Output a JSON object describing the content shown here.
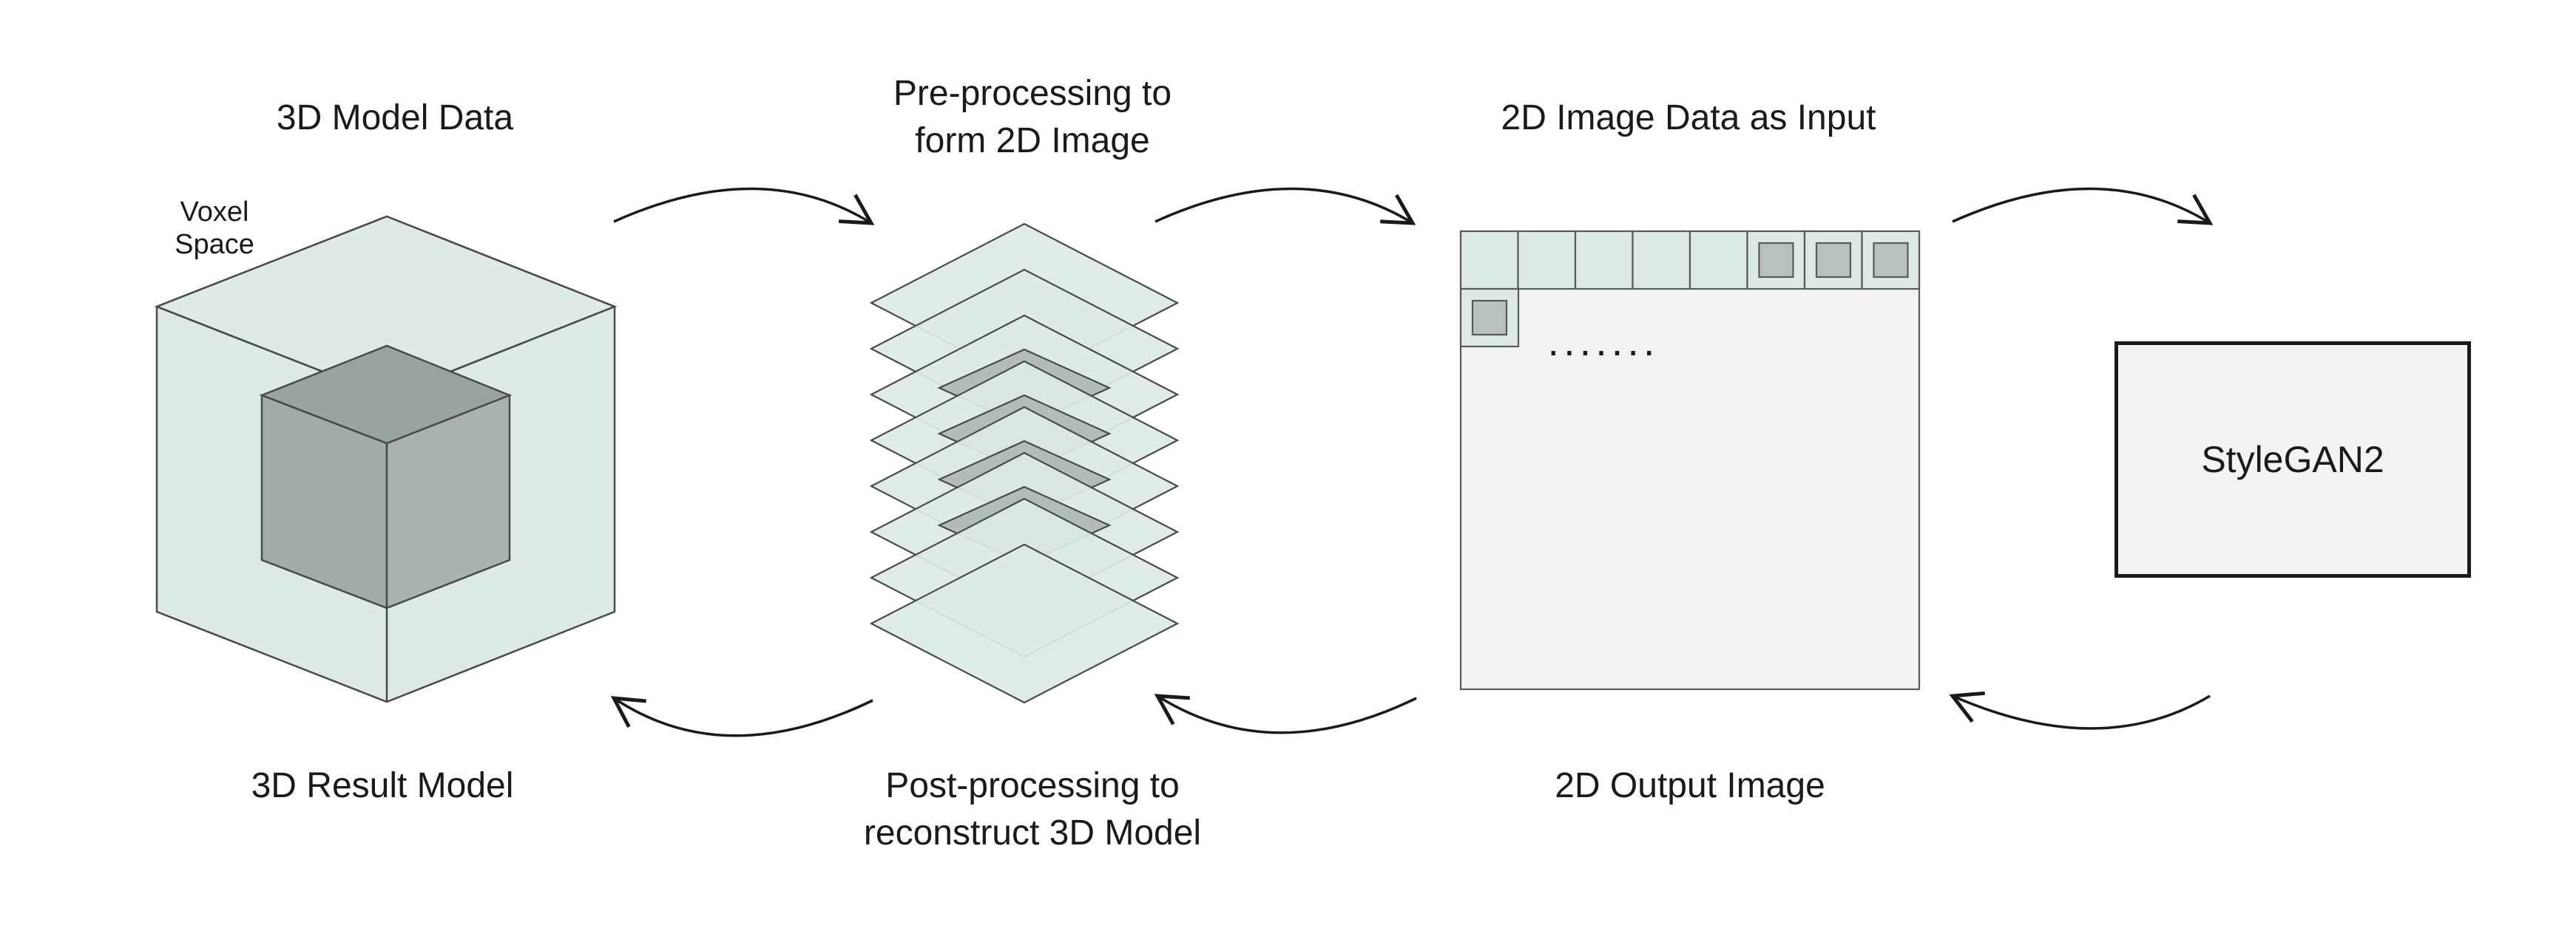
{
  "stages": {
    "model_data": "3D Model Data",
    "voxel_space_line1": "Voxel",
    "voxel_space_line2": "Space",
    "preprocess_line1": "Pre-processing to",
    "preprocess_line2": "form 2D Image",
    "image_input": "2D Image Data as Input",
    "ellipsis": ".......",
    "network": "StyleGAN2",
    "result_model": "3D Result Model",
    "postprocess_line1": "Post-processing to",
    "postprocess_line2": "reconstruct 3D Model",
    "output_image": "2D Output Image"
  },
  "colors": {
    "teal_fill": "#dce9e6",
    "dark_cube": "#a2aca8",
    "image_bg": "#f2f2f2",
    "stroke": "#333333"
  }
}
